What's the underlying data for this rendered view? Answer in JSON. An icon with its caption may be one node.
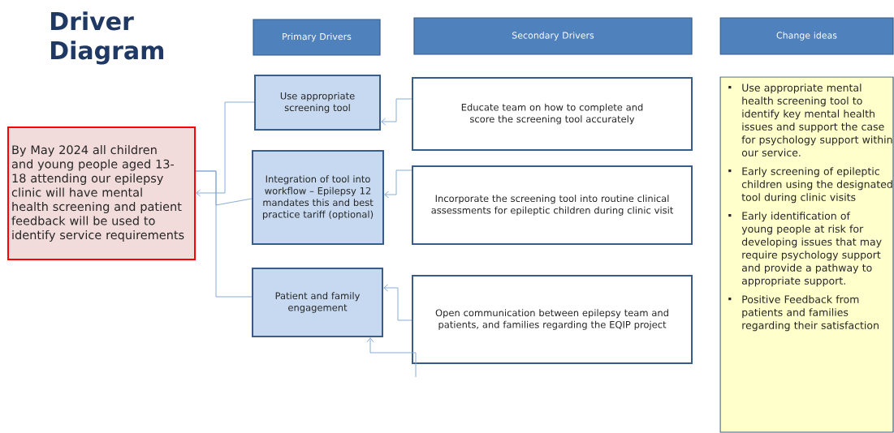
{
  "diagram": {
    "title": "Driver Diagram",
    "nodes": [
      {
        "text": [
          "Primary Drivers"
        ]
      },
      {
        "text": [
          "Secondary Drivers"
        ]
      },
      {
        "text": [
          "Change ideas"
        ]
      },
      {
        "text": [
          "By May 2024 all children and young people aged 13-18 attending our epilepsy clinic will have mental health screening and patient feedback will be used to identify service requirements"
        ]
      },
      {
        "text": [
          "Use appropriate screening tool"
        ]
      },
      {
        "text": [
          "Integration of tool into  workflow – Epilepsy 12 mandates this and best practice tariff (optional)"
        ]
      },
      {
        "text": [
          "Patient and family engagement"
        ]
      },
      {
        "text": [
          "Educate team on how to complete and score the screening tool accurately"
        ]
      },
      {
        "text": [
          "Incorporate the screening tool into routine clinical assessments for epileptic children during clinic visit"
        ]
      },
      {
        "text": [
          "Open communication between epilepsy team and  patients, and families regarding the EQIP project"
        ]
      },
      {
        "text": [
          "Use appropriate mental health screening tool to identify key mental health issues and support the case  for psychology support within our service.",
          "Early screening of epileptic children using the designated tool during clinic visits",
          "Early  identification of young people at risk for developing issues that may require psychology support and provide a pathway to appropriate support.",
          "Positive Feedback from patients and families regarding their satisfaction"
        ]
      }
    ],
    "edges": [
      {
        "from": 4,
        "to": 3,
        "arrow": "to"
      },
      {
        "from": 3,
        "to": 6,
        "arrow": "none"
      },
      {
        "from": 5,
        "to": 3,
        "arrow": "none"
      },
      {
        "from": 7,
        "to": 4,
        "arrow": "to"
      },
      {
        "from": 8,
        "to": 5,
        "arrow": "to"
      },
      {
        "from": 9,
        "to": 6,
        "arrow": "to"
      },
      {
        "from": null,
        "to": 6,
        "arrow": "to"
      }
    ]
  }
}
